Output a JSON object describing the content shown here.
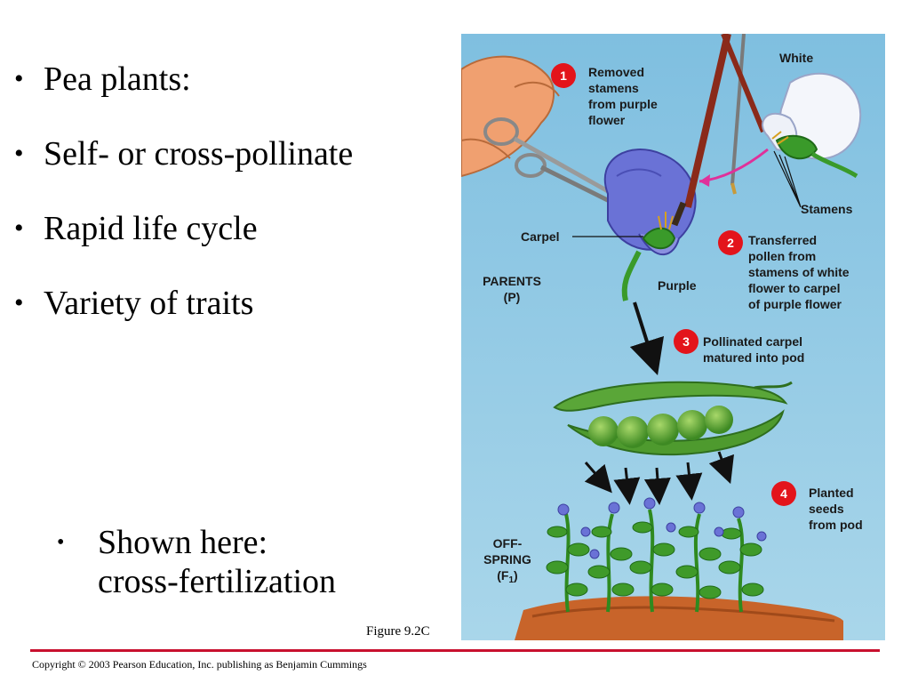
{
  "bullets": [
    "Pea plants:",
    "Self- or cross-pollinate",
    "Rapid life cycle",
    "Variety of traits"
  ],
  "sub_bullet": {
    "line1": "Shown here:",
    "line2": "cross-fertilization"
  },
  "figure_caption": "Figure 9.2C",
  "copyright": "Copyright © 2003 Pearson Education, Inc. publishing as Benjamin Cummings",
  "diagram": {
    "white": "White",
    "step1": {
      "number": "1",
      "lines": [
        "Removed",
        "stamens",
        "from purple",
        "flower"
      ]
    },
    "stamens": "Stamens",
    "carpel": "Carpel",
    "step2": {
      "number": "2",
      "lines": [
        "Transferred",
        "pollen from",
        "stamens of white",
        "flower to carpel",
        "of purple flower"
      ]
    },
    "parents": [
      "PARENTS",
      "(P)"
    ],
    "purple": "Purple",
    "step3": {
      "number": "3",
      "lines": [
        "Pollinated carpel",
        "matured into pod"
      ]
    },
    "step4": {
      "number": "4",
      "lines": [
        "Planted",
        "seeds",
        "from pod"
      ]
    },
    "offspring": {
      "line1": "OFF-",
      "line2": "SPRING",
      "f_open": "(F",
      "f_sub": "1",
      "f_close": ")"
    }
  },
  "colors": {
    "accent_rule": "#c8102e",
    "step_badge": "#e3141b",
    "sky": "#8ec8e2"
  }
}
